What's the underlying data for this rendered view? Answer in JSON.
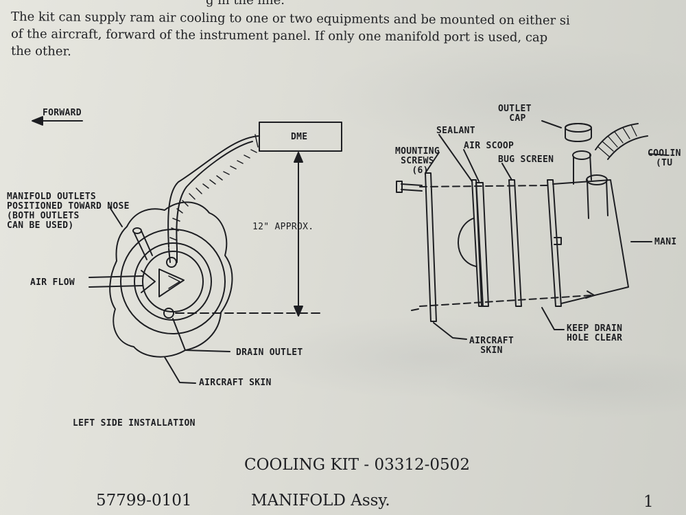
{
  "text": {
    "line0": "g in the line.",
    "line1": "The kit can supply ram air cooling to one or two equipments and be mounted on either si",
    "line2": "of the aircraft, forward of the instrument panel.  If only one manifold port is used, cap",
    "line3": "the other."
  },
  "left_diagram": {
    "forward": "FORWARD",
    "dme": "DME",
    "manifold_outlets": "MANIFOLD OUTLETS\nPOSITIONED TOWARD NOSE\n(BOTH OUTLETS\nCAN BE USED)",
    "approx": "12\" APPROX.",
    "air_flow": "AIR FLOW",
    "drain_outlet": "DRAIN OUTLET",
    "aircraft_skin": "AIRCRAFT SKIN",
    "installation": "LEFT SIDE INSTALLATION"
  },
  "right_diagram": {
    "outlet_cap": "OUTLET\n  CAP",
    "sealant": "SEALANT",
    "air_scoop": "AIR SCOOP",
    "mounting_screws": "MOUNTING\n SCREWS\n   (6)",
    "bug_screen": "BUG SCREEN",
    "cooling": "COOLIN",
    "tube": "(TU",
    "manifold": "MANI",
    "keep_drain": "KEEP DRAIN\nHOLE CLEAR",
    "aircraft_skin": "AIRCRAFT\n  SKIN"
  },
  "captions": {
    "title": "COOLING KIT - 03312-0502",
    "part_number": "57799-0101",
    "part_name": "MANIFOLD Assy.",
    "page_number": "1"
  }
}
